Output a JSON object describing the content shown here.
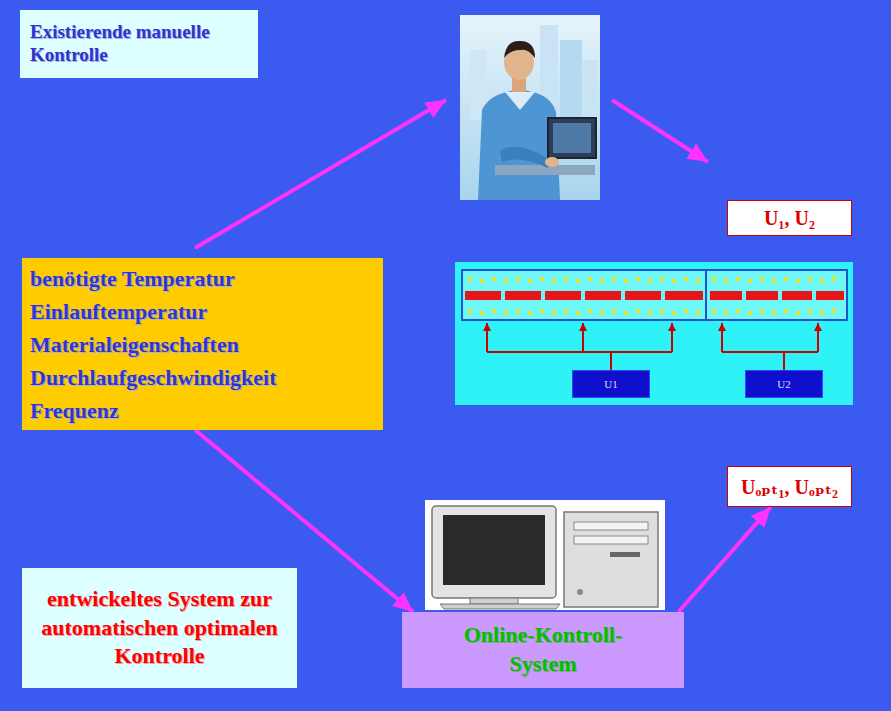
{
  "diagram": {
    "nodes": [
      {
        "text": [
          "Existierende manuelle Kontrolle"
        ]
      },
      {
        "text": [
          "U₁, U₂"
        ]
      },
      {
        "text": [
          "benötigte Temperatur",
          "Einlauftemperatur",
          "Materialeigenschaften",
          "Durchlaufgeschwindigkeit",
          "Frequenz"
        ]
      },
      {
        "text": [
          "U1"
        ]
      },
      {
        "text": [
          "U2"
        ]
      },
      {
        "text": [
          "Uₒₚₜ₁, Uₒₚₜ₂"
        ]
      },
      {
        "text": [
          "entwickeltes System zur automatischen optimalen Kontrolle"
        ]
      },
      {
        "text": [
          "Online-Kontroll-System"
        ]
      }
    ],
    "edges": [
      {
        "from": 2,
        "to": 7,
        "arrow": "to"
      },
      {
        "from": 7,
        "to": 5,
        "arrow": "to"
      }
    ]
  }
}
